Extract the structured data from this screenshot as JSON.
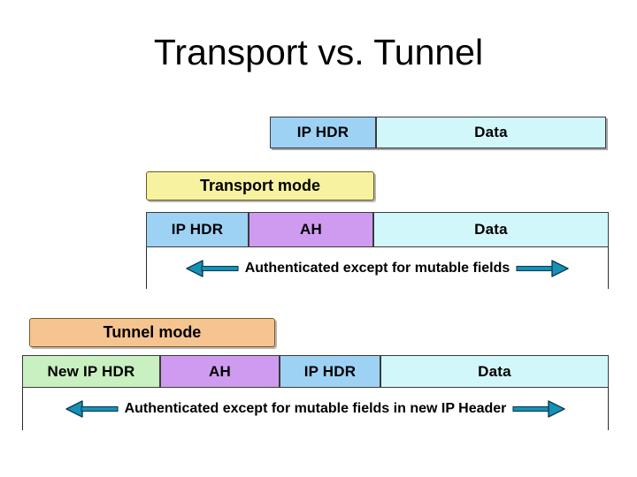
{
  "slide": {
    "title": "Transport vs. Tunnel"
  },
  "colors": {
    "ip_hdr": "#9ed2f5",
    "new_ip_hdr": "#c9f0c0",
    "ah": "#cf9bf0",
    "data": "#d2f7fa",
    "transport_mode_fill": "#f7f2a0",
    "tunnel_mode_fill": "#f6c490",
    "arrow": "#1592b5",
    "arrow_outline": "#0b3a52",
    "border": "#3a3a3a",
    "text": "#000000"
  },
  "original_packet": {
    "fields": [
      {
        "label": "IP HDR",
        "color_key": "ip_hdr"
      },
      {
        "label": "Data",
        "color_key": "data"
      }
    ]
  },
  "transport": {
    "mode_label": "Transport mode",
    "fields": [
      {
        "label": "IP HDR",
        "color_key": "ip_hdr"
      },
      {
        "label": "AH",
        "color_key": "ah"
      },
      {
        "label": "Data",
        "color_key": "data"
      }
    ],
    "annotation": "Authenticated except for mutable fields"
  },
  "tunnel": {
    "mode_label": "Tunnel mode",
    "fields": [
      {
        "label": "New IP HDR",
        "color_key": "new_ip_hdr"
      },
      {
        "label": "AH",
        "color_key": "ah"
      },
      {
        "label": "IP HDR",
        "color_key": "ip_hdr"
      },
      {
        "label": "Data",
        "color_key": "data"
      }
    ],
    "annotation": "Authenticated except for mutable fields in new IP Header"
  }
}
